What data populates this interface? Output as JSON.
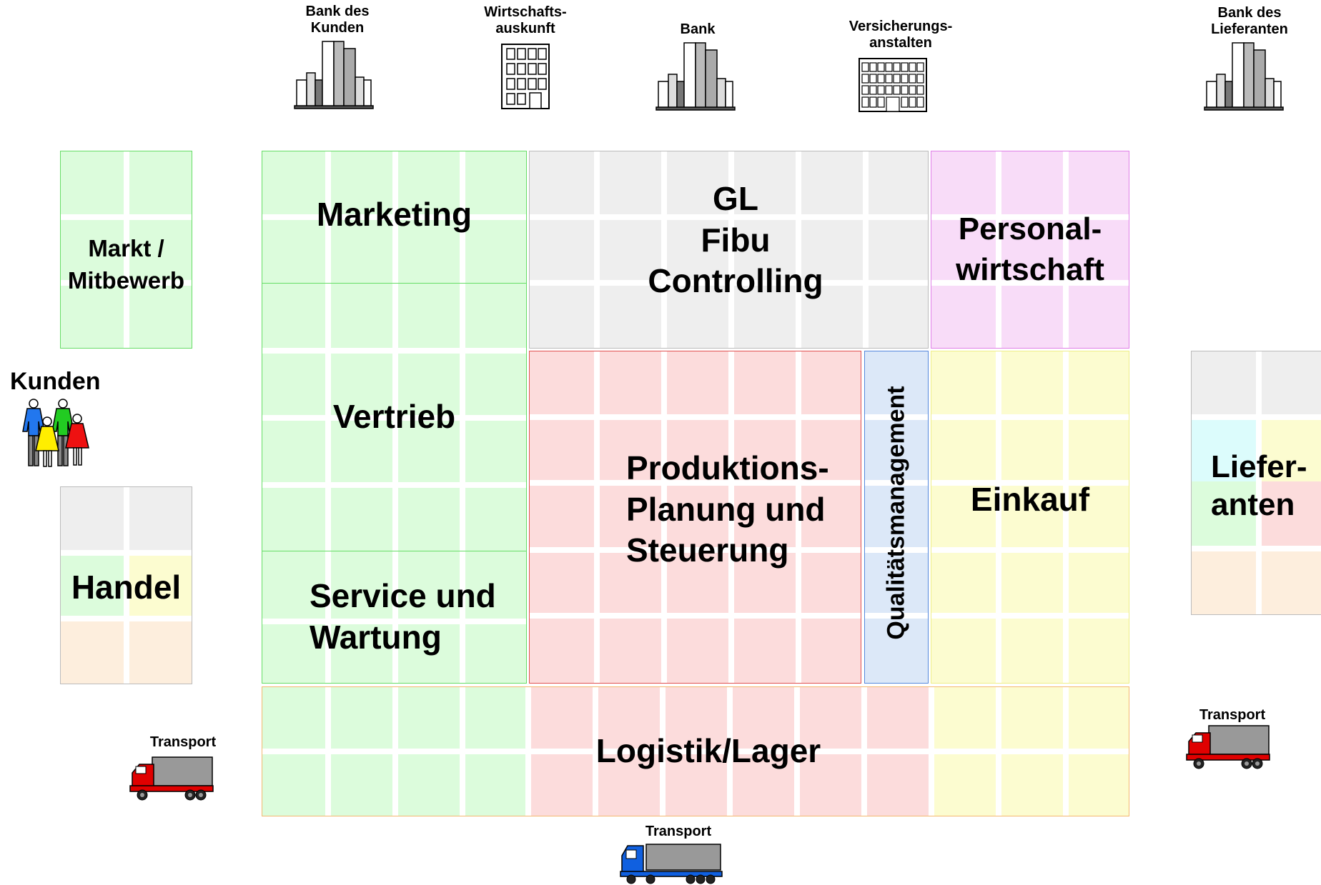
{
  "top_institutions": {
    "bank_des_kunden": "Bank des\nKunden",
    "wirtschaftsauskunft": "Wirtschafts-\nauskunft",
    "bank": "Bank",
    "versicherungsanstalten": "Versicherungs-\nanstalten",
    "bank_des_lieferanten": "Bank des\nLieferanten"
  },
  "left_side": {
    "markt": "Markt /\nMitbewerb",
    "kunden": "Kunden",
    "handel": "Handel",
    "transport": "Transport"
  },
  "modules": {
    "marketing": "Marketing",
    "vertrieb": "Vertrieb",
    "service": "Service und\nWartung",
    "gl_fibu": "GL\nFibu\nControlling",
    "personal": "Personal-\nwirtschaft",
    "produktion": "Produktions-\nPlanung und\nSteuerung",
    "qualitaet": "Qualitätsmanagement",
    "einkauf": "Einkauf",
    "logistik": "Logistik/Lager"
  },
  "right_side": {
    "lieferanten": "Liefer-\nanten",
    "transport": "Transport"
  },
  "bottom": {
    "transport": "Transport"
  },
  "colors": {
    "green_fill": "#dcfcdc",
    "green_border": "#66dd66",
    "grey_fill": "#eeeeee",
    "grey_border": "#bbbbbb",
    "pink_fill": "#f8dcf8",
    "pink_border": "#e080e8",
    "red_fill": "#fcdcdc",
    "red_border": "#e05050",
    "blue_fill": "#dce8f8",
    "blue_border": "#5588dd",
    "yellow_fill": "#fcfcd0",
    "yellow_border": "#eeee88",
    "orange_border": "#f4b870",
    "truck_red": "#e00000",
    "truck_blue": "#1060e0"
  }
}
